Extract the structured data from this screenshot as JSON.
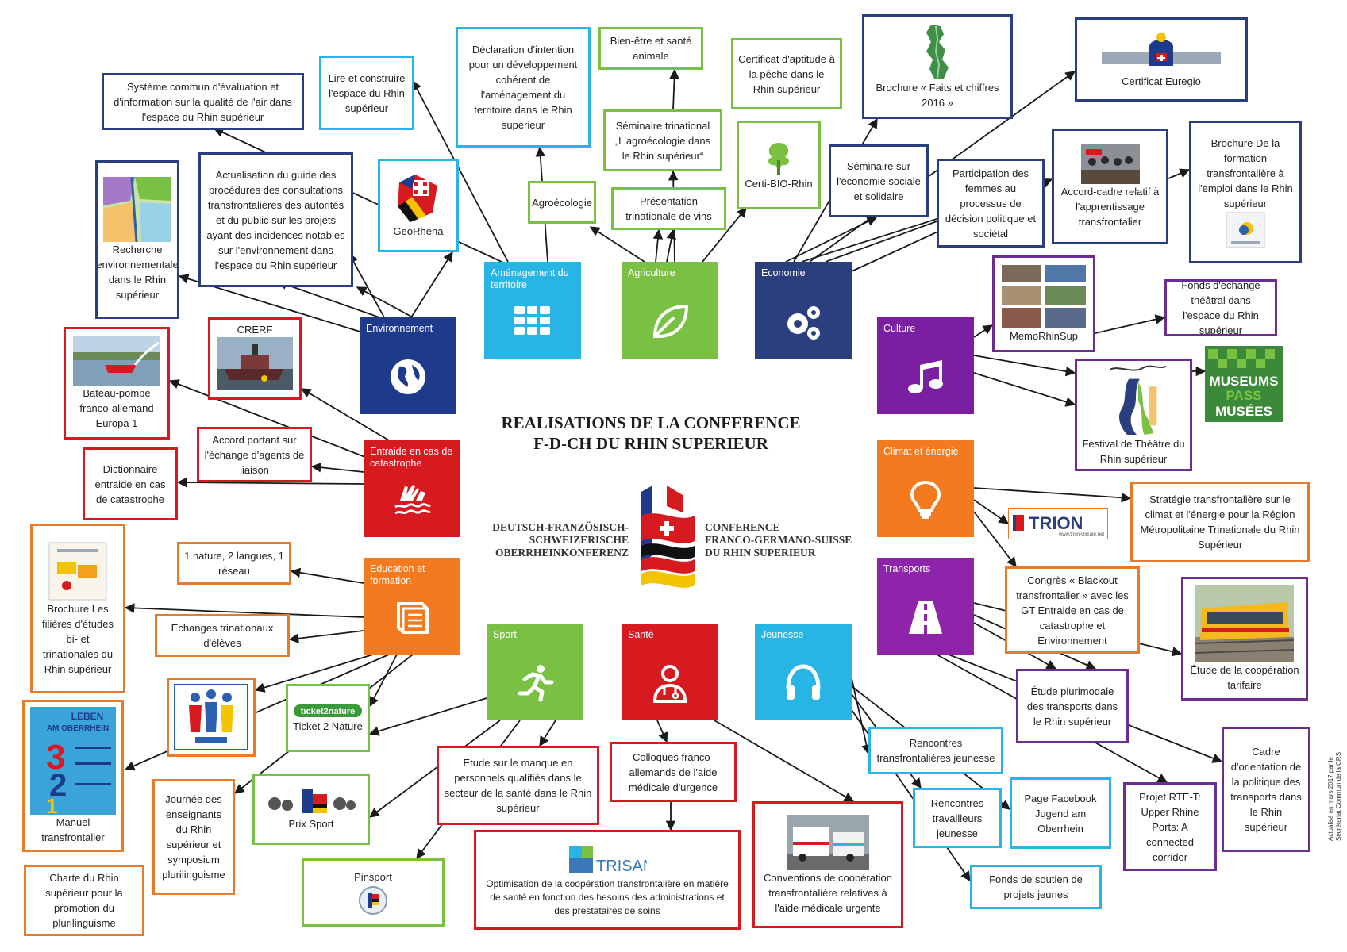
{
  "title": {
    "line1": "REALISATIONS DE LA CONFERENCE",
    "line2": "F-D-CH DU RHIN SUPERIEUR"
  },
  "organizers": {
    "de": [
      "DEUTSCH-FRANZÖSISCH-",
      "SCHWEIZERISCHE",
      "OBERRHEINKONFERENZ"
    ],
    "fr": [
      "CONFERENCE",
      "FRANCO-GERMANO-SUISSE",
      "DU RHIN SUPERIEUR"
    ]
  },
  "side_note": [
    "Actualisé en mars 2017 par le",
    "Secrétariat Commun de la CRS"
  ],
  "colors": {
    "amenagement": "#29b4e6",
    "agriculture": "#7ac143",
    "economie": "#2b3f7e",
    "environnement": "#1e3a8a",
    "culture": "#7b1fa2",
    "catastrophe": "#d71920",
    "climat": "#f37a1f",
    "education": "#f37a1f",
    "transports": "#8e24aa",
    "sport": "#7ac143",
    "sante": "#d71920",
    "jeunesse": "#29b4e6"
  },
  "tiles": [
    {
      "id": "amenagement",
      "label": "Aménagement du territoire",
      "icon": "grid-icon"
    },
    {
      "id": "agriculture",
      "label": "Agriculture",
      "icon": "leaf-icon"
    },
    {
      "id": "economie",
      "label": "Economie",
      "icon": "gears-icon"
    },
    {
      "id": "environnement",
      "label": "Environnement",
      "icon": "globe-icon"
    },
    {
      "id": "culture",
      "label": "Culture",
      "icon": "music-note-icon"
    },
    {
      "id": "catastrophe",
      "label": "Entraide en cas de catastrophe",
      "icon": "helping-hands-icon"
    },
    {
      "id": "climat",
      "label": "Climat et énergie",
      "icon": "lightbulb-icon"
    },
    {
      "id": "education",
      "label": "Education et formation",
      "icon": "book-icon"
    },
    {
      "id": "transports",
      "label": "Transports",
      "icon": "road-icon"
    },
    {
      "id": "sport",
      "label": "Sport",
      "icon": "runner-icon"
    },
    {
      "id": "sante",
      "label": "Santé",
      "icon": "doctor-icon"
    },
    {
      "id": "jeunesse",
      "label": "Jeunesse",
      "icon": "headphones-icon"
    }
  ],
  "boxes": [
    {
      "id": "b1",
      "text": "Système commun d'évaluation et d'information sur la qualité de l'air dans l'espace du Rhin supérieur",
      "icon": ""
    },
    {
      "id": "b2",
      "text": "Lire et construire l'espace du Rhin supérieur",
      "icon": ""
    },
    {
      "id": "b3",
      "text": "Déclaration d'intention pour un développement cohérent de l'aménagement du territoire dans le Rhin supérieur",
      "icon": ""
    },
    {
      "id": "b4",
      "text": "Bien-être et santé animale",
      "icon": ""
    },
    {
      "id": "b5",
      "text": "Certificat d'aptitude à la pêche dans le Rhin supérieur",
      "icon": ""
    },
    {
      "id": "b6",
      "text": "Brochure « Faits et chiffres 2016 »",
      "icon": "rhine-map-icon"
    },
    {
      "id": "b7",
      "text": "Certificat Euregio",
      "icon": "euregio-certificate-icon"
    },
    {
      "id": "b8",
      "text": "Recherche environnementale dans le Rhin supérieur",
      "icon": "region-map-icon"
    },
    {
      "id": "b9",
      "text": "Actualisation du guide des procédures des consultations transfrontalières des autorités et du public sur les projets ayant des incidences notables sur l'environnement dans l'espace du Rhin supérieur",
      "icon": ""
    },
    {
      "id": "b10",
      "text": "GeoRhena",
      "icon": "georhena-logo-icon"
    },
    {
      "id": "b11",
      "text": "Agroécologie",
      "icon": ""
    },
    {
      "id": "b12",
      "text": "Séminaire trinational „L'agroécologie dans le Rhin supérieur“",
      "icon": ""
    },
    {
      "id": "b13",
      "text": "Présentation trinationale de vins",
      "icon": ""
    },
    {
      "id": "b14",
      "text": "Certi-BIO-Rhin",
      "icon": "certi-bio-logo-icon"
    },
    {
      "id": "b15",
      "text": "Séminaire sur l'économie sociale et solidaire",
      "icon": ""
    },
    {
      "id": "b16",
      "text": "Participation des femmes au processus de décision politique et sociétal",
      "icon": ""
    },
    {
      "id": "b17",
      "text": "Accord-cadre relatif à l'apprentissage transfrontalier",
      "icon": "photo-group-icon"
    },
    {
      "id": "b18",
      "text": "Brochure De la formation transfrontalière à l'emploi dans le Rhin supérieur",
      "icon": "brochure-icon"
    },
    {
      "id": "b19",
      "text": "MemoRhinSup",
      "icon": "photo-collage-icon"
    },
    {
      "id": "b20",
      "text": "Fonds d'échange théâtral dans l'espace du Rhin supérieur",
      "icon": ""
    },
    {
      "id": "b21",
      "text": "Festival de Théâtre du Rhin supérieur",
      "icon": "festival-logo-icon"
    },
    {
      "id": "b22",
      "text": "",
      "icon": "museums-pass-logo-icon"
    },
    {
      "id": "b23",
      "text": "Bateau-pompe franco-allemand Europa 1",
      "icon": "fireboat-photo-icon"
    },
    {
      "id": "b24",
      "text": "CRERF",
      "icon": "ship-photo-icon"
    },
    {
      "id": "b25",
      "text": "Accord portant sur l'échange d'agents de liaison",
      "icon": ""
    },
    {
      "id": "b26",
      "text": "Dictionnaire entraide en cas de catastrophe",
      "icon": ""
    },
    {
      "id": "b27",
      "text": "Stratégie transfrontalière sur le climat et l'énergie pour la Région Métropolitaine Trinationale du Rhin Supérieur",
      "icon": ""
    },
    {
      "id": "b28",
      "text": "",
      "icon": "trion-logo-icon"
    },
    {
      "id": "b29",
      "text": "Brochure Les filières d'études bi- et trinationales du Rhin supérieur",
      "icon": "brochure-icon"
    },
    {
      "id": "b30",
      "text": "1 nature, 2 langues, 1 réseau",
      "icon": ""
    },
    {
      "id": "b31",
      "text": "Echanges trinationaux d'élèves",
      "icon": ""
    },
    {
      "id": "b32",
      "text": "Congrès « Blackout transfrontalier » avec les GT Entraide en cas de catastrophe et Environnement",
      "icon": ""
    },
    {
      "id": "b33",
      "text": "Étude de la coopération tarifaire",
      "icon": "tram-photo-icon"
    },
    {
      "id": "b34",
      "text": "",
      "icon": "trischola-logo-icon"
    },
    {
      "id": "b35",
      "text": "Ticket 2 Nature",
      "icon": "ticket2nature-logo-icon"
    },
    {
      "id": "b36",
      "text": "Manuel transfrontalier",
      "icon": "manual-cover-icon"
    },
    {
      "id": "b37",
      "text": "Journée des enseignants du Rhin supérieur et symposium plurilinguisme",
      "icon": ""
    },
    {
      "id": "b38",
      "text": "Prix Sport",
      "icon": "prix-sport-logo-icon"
    },
    {
      "id": "b39",
      "text": "Etude sur le manque en personnels qualifiés dans le secteur de la santé dans le Rhin supérieur",
      "icon": ""
    },
    {
      "id": "b40",
      "text": "Colloques franco-allemands de l'aide médicale d'urgence",
      "icon": ""
    },
    {
      "id": "b41",
      "text": "Optimisation de la coopération transfrontalière en matière de santé en fonction des besoins des administrations et des prestataires de soins",
      "icon": "trisan-logo-icon"
    },
    {
      "id": "b42",
      "text": "Conventions de coopération transfrontalière relatives à l'aide médicale urgente",
      "icon": "ambulance-photo-icon"
    },
    {
      "id": "b43",
      "text": "Étude plurimodale des transports dans le Rhin supérieur",
      "icon": ""
    },
    {
      "id": "b44",
      "text": "Rencontres transfrontalières jeunesse",
      "icon": ""
    },
    {
      "id": "b45",
      "text": "Cadre d'orientation de la politique des transports dans le Rhin supérieur",
      "icon": ""
    },
    {
      "id": "b46",
      "text": "Rencontres travailleurs jeunesse",
      "icon": ""
    },
    {
      "id": "b47",
      "text": "Page Facebook Jugend am Oberrhein",
      "icon": ""
    },
    {
      "id": "b48",
      "text": "Projet RTE-T: Upper Rhine Ports: A connected corridor",
      "icon": ""
    },
    {
      "id": "b49",
      "text": "Fonds de soutien de projets jeunes",
      "icon": ""
    },
    {
      "id": "b50",
      "text": "Charte du Rhin supérieur pour la promotion du plurilinguisme",
      "icon": ""
    },
    {
      "id": "b51",
      "text": "Pinsport",
      "icon": "pinsport-logo-icon"
    }
  ]
}
